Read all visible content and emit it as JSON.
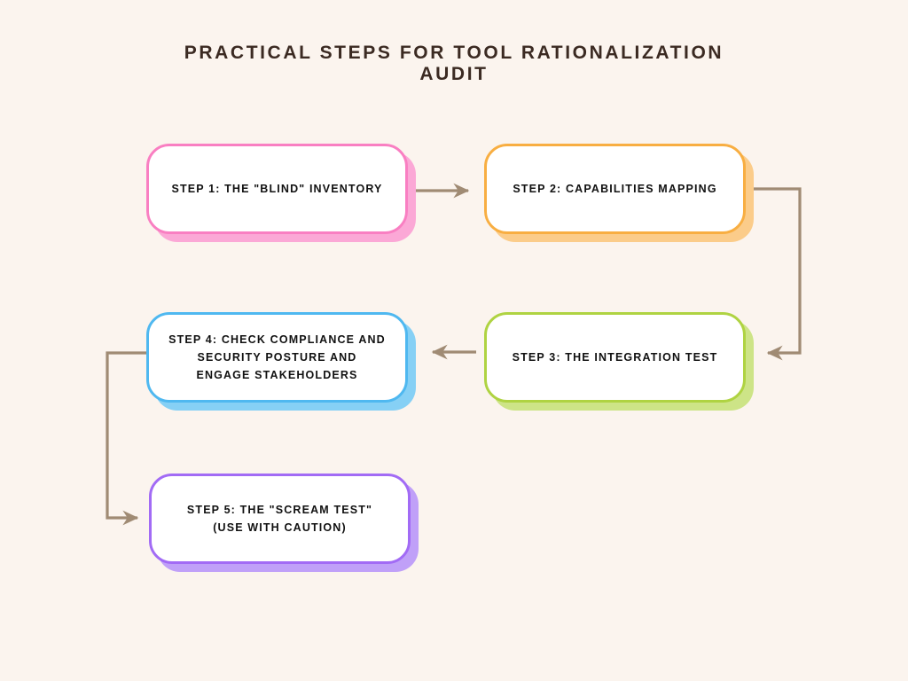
{
  "title": "PRACTICAL STEPS FOR TOOL RATIONALIZATION AUDIT",
  "background_color": "#FBF4EE",
  "title_color": "#3B2A22",
  "connector_color": "#A08B74",
  "chart_data": {
    "type": "diagram",
    "diagram_kind": "flowchart",
    "title": "PRACTICAL STEPS FOR TOOL RATIONALIZATION AUDIT",
    "flow_direction": "serpentine-left-to-right-then-down",
    "nodes": [
      {
        "id": "step-1",
        "label": "STEP 1: THE \"BLIND\" INVENTORY",
        "border_color": "#F97FC2",
        "shadow_color": "#FBA8D6",
        "fill_color": "#FFFFFF",
        "row": 1,
        "column": 1
      },
      {
        "id": "step-2",
        "label": "STEP 2: CAPABILITIES MAPPING",
        "border_color": "#F8AE42",
        "shadow_color": "#FBCC8A",
        "fill_color": "#FFFFFF",
        "row": 1,
        "column": 2
      },
      {
        "id": "step-3",
        "label": "STEP 3: THE INTEGRATION TEST",
        "border_color": "#AFD342",
        "shadow_color": "#CDE487",
        "fill_color": "#FFFFFF",
        "row": 2,
        "column": 2
      },
      {
        "id": "step-4",
        "label": "STEP 4: CHECK COMPLIANCE AND SECURITY POSTURE AND ENGAGE STAKEHOLDERS",
        "border_color": "#4FB8F0",
        "shadow_color": "#86D0F5",
        "fill_color": "#FFFFFF",
        "row": 2,
        "column": 1
      },
      {
        "id": "step-5",
        "label": "STEP 5: THE \"SCREAM TEST\" (USE WITH CAUTION)",
        "border_color": "#A26BF5",
        "shadow_color": "#C0A0F8",
        "fill_color": "#FFFFFF",
        "row": 3,
        "column": 1
      }
    ],
    "edges": [
      {
        "id": "edge-1-2",
        "from": "step-1",
        "to": "step-2",
        "shape": "straight",
        "direction": "right",
        "color": "#A08B74"
      },
      {
        "id": "edge-2-3",
        "from": "step-2",
        "to": "step-3",
        "shape": "elbow-right-down-left",
        "direction": "left",
        "color": "#A08B74"
      },
      {
        "id": "edge-3-4",
        "from": "step-3",
        "to": "step-4",
        "shape": "straight",
        "direction": "left",
        "color": "#A08B74"
      },
      {
        "id": "edge-4-5",
        "from": "step-4",
        "to": "step-5",
        "shape": "elbow-left-down-right",
        "direction": "right",
        "color": "#A08B74"
      }
    ]
  }
}
